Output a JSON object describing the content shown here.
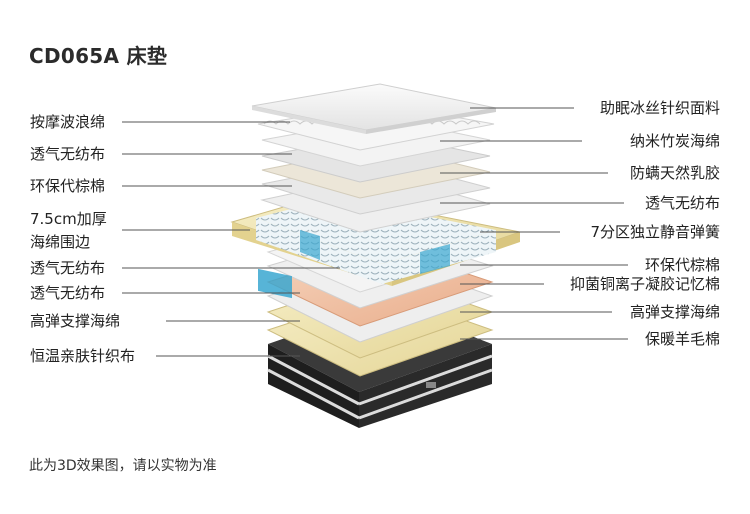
{
  "title": "CD065A 床垫",
  "note": "此为3D效果图，请以实物为准",
  "labels_left": [
    "按摩波浪绵",
    "透气无纺布",
    "环保代棕棉",
    "7.5cm加厚",
    "海绵围边",
    "透气无纺布",
    "透气无纺布",
    "高弹支撑海绵",
    "恒温亲肤针织布"
  ],
  "labels_right": [
    "助眠冰丝针织面料",
    "纳米竹炭海绵",
    "防螨天然乳胶",
    "透气无纺布",
    "7分区独立静音弹簧",
    "环保代棕棉",
    "抑菌铜离子凝胶记忆棉",
    "高弹支撑海绵",
    "保暖羊毛棉"
  ],
  "colors": {
    "line": "#555555",
    "layer_white": "#f2f2f2",
    "layer_gray": "#e6e6e6",
    "latex": "#ece6d8",
    "foam_yellow": "#efe3ad",
    "copper_gel": "#f0c3a6",
    "spring_blue": "#4fb6d6",
    "base_dark": "#2e2e2e"
  }
}
